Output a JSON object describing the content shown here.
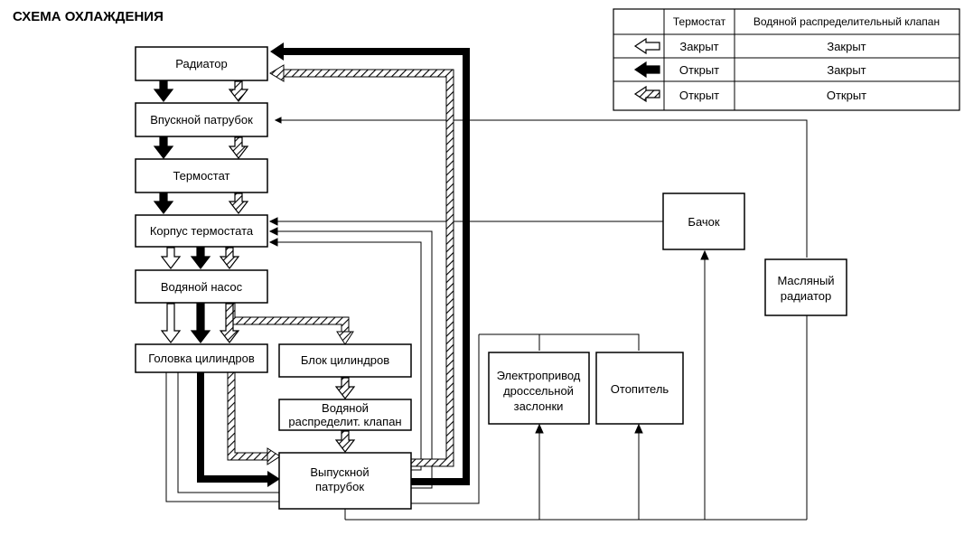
{
  "title": "СХЕМА ОХЛАЖДЕНИЯ",
  "legend": {
    "headers": [
      "",
      "Термостат",
      "Водяной распределительный клапан"
    ],
    "rows": [
      {
        "arrow": "white-arrow-icon",
        "thermostat": "Закрыт",
        "valve": "Закрыт"
      },
      {
        "arrow": "black-arrow-icon",
        "thermostat": "Открыт",
        "valve": "Закрыт"
      },
      {
        "arrow": "hatched-arrow-icon",
        "thermostat": "Открыт",
        "valve": "Открыт"
      }
    ]
  },
  "boxes": {
    "radiator": "Радиатор",
    "intake": "Впускной патрубок",
    "thermostat": "Термостат",
    "thermo_housing": "Корпус термостата",
    "water_pump": "Водяной насос",
    "cyl_head": "Головка цилиндров",
    "cyl_block": "Блок цилиндров",
    "water_valve_1": "Водяной",
    "water_valve_2": "распределит. клапан",
    "exhaust_1": "Выпускной",
    "exhaust_2": "патрубок",
    "tank": "Бачок",
    "oil_radiator_1": "Масляный",
    "oil_radiator_2": "радиатор",
    "throttle_1": "Электропривод",
    "throttle_2": "дроссельной",
    "throttle_3": "заслонки",
    "heater": "Отопитель"
  },
  "colors": {
    "line": "#000000",
    "background": "#ffffff"
  }
}
